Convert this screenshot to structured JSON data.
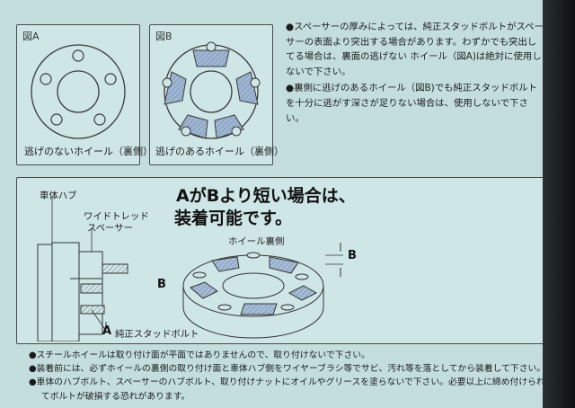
{
  "figA": {
    "tag": "図A",
    "caption": "逃げのないホイール（裏側）"
  },
  "figB": {
    "tag": "図B",
    "caption": "逃げのあるホイール（裏側）"
  },
  "top_notes": [
    "●スペーサーの厚みによっては、純正スタッドボルトがスペーサーの表面より突出する場合があります。わずかでも突出してる場合は、裏面の逃げない ホイール（図A)は絶対に使用しないで下さい。",
    "●裏側に逃げのあるホイール（図B)でも純正スタッドボルトを十分に逃がす深さが足りない場合は、使用しないで下さい。"
  ],
  "headline": {
    "line1": "AがBより短い場合は、",
    "line2": "装着可能です。"
  },
  "diagram": {
    "hub_label": "車体ハブ",
    "spacer_label_1": "ワイドトレッド",
    "spacer_label_2": "スペーサー",
    "wheel_back_label": "ホイール裏側",
    "letter_a": "A",
    "letter_b": "B",
    "stud_label": "純正スタッドボルト"
  },
  "bottom_notes": [
    "●スチールホイールは取り付け面が平面ではありませんので、取り付けないで下さい。",
    "●装着前には、必ずホイールの裏側の取り付け面と車体ハブ側をワイヤーブラシ等でサビ、汚れ等を落としてから装着して下さい。",
    "●車体のハブボルト、スペーサーのハブボルト、取り付けナットにオイルやグリースを塗らないで下さい。必要以上に締め付けられ",
    "　てボルトが破損する恐れがあります。"
  ],
  "colors": {
    "paper": "#c4dede",
    "hatch": "#8ea6c4",
    "line": "#3a3a3a"
  }
}
